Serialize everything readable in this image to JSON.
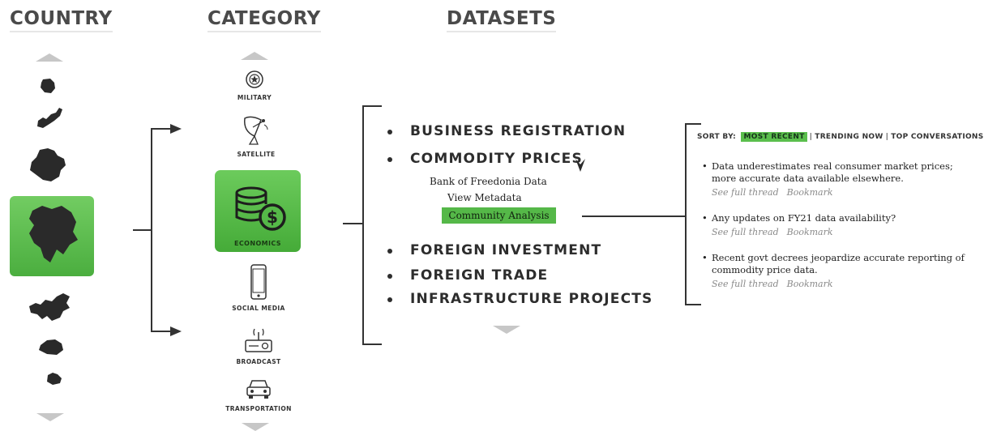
{
  "headers": {
    "country": "COUNTRY",
    "category": "CATEGORY",
    "datasets": "DATASETS"
  },
  "categories": {
    "military": "MILITARY",
    "satellite": "SATELLITE",
    "economics": "ECONOMICS",
    "social_media": "SOCIAL MEDIA",
    "broadcast": "BROADCAST",
    "transportation": "TRANSPORTATION"
  },
  "datasets": {
    "items": [
      "BUSINESS REGISTRATION",
      "COMMODITY PRICES",
      "FOREIGN INVESTMENT",
      "FOREIGN TRADE",
      "INFRASTRUCTURE PROJECTS"
    ],
    "sub": {
      "bank": "Bank of Freedonia Data",
      "metadata": "View Metadata",
      "community": "Community Analysis"
    }
  },
  "discussion": {
    "sort_label": "SORT BY:",
    "sort_options": [
      "MOST RECENT",
      "TRENDING NOW",
      "TOP CONVERSATIONS"
    ],
    "comments": [
      {
        "text": "Data underestimates real consumer market prices; more accurate data available elsewhere.",
        "link1": "See full thread",
        "link2": "Bookmark"
      },
      {
        "text": "Any updates on FY21 data availability?",
        "link1": "See full thread",
        "link2": "Bookmark"
      },
      {
        "text": "Recent govt decrees jeopardize accurate reporting of commodity price data.",
        "link1": "See full thread",
        "link2": "Bookmark"
      }
    ]
  },
  "colors": {
    "accent": "#55b848",
    "line": "#333333",
    "arrow": "#c7c7c7"
  }
}
